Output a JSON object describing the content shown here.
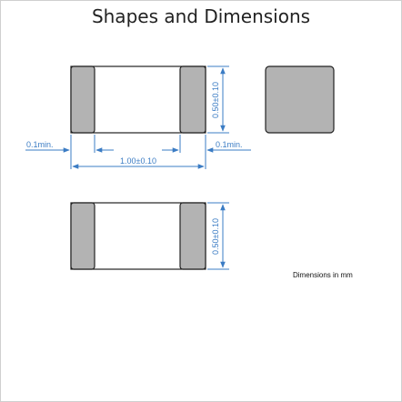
{
  "title": "Shapes and Dimensions",
  "footnote": "Dimensions in mm",
  "dimensions": {
    "height_top": "0.50±0.10",
    "height_bottom": "0.50±0.10",
    "length": "1.00±0.10",
    "terminal_left": "0.1min.",
    "terminal_right": "0.1min."
  },
  "colors": {
    "dimension": "#3b7cc4",
    "terminal_fill": "#b3b3b3",
    "outline": "#222222"
  }
}
